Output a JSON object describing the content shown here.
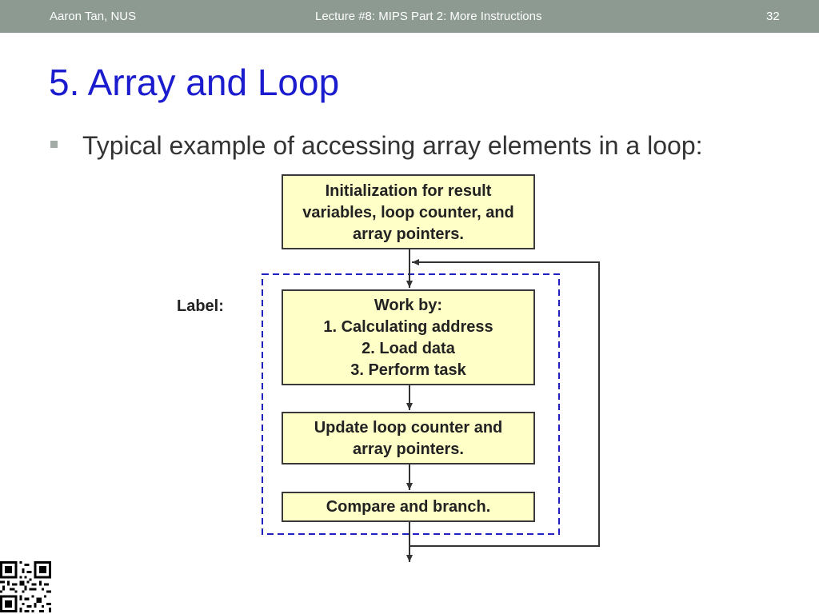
{
  "header": {
    "author": "Aaron Tan, NUS",
    "lecture": "Lecture #8: MIPS Part 2: More Instructions",
    "page": "32"
  },
  "slide": {
    "title": "5. Array and Loop",
    "bullet": "Typical example of accessing array elements in a loop:"
  },
  "diagram": {
    "label": "Label:",
    "init_lines": [
      "Initialization for result",
      "variables, loop counter, and",
      "array pointers."
    ],
    "work_lines": [
      "Work by:",
      "1.  Calculating address",
      "2.  Load data",
      "3.  Perform task"
    ],
    "update_lines": [
      "Update loop counter and",
      "array pointers."
    ],
    "compare_line": "Compare and branch."
  },
  "colors": {
    "header_bg": "#8c9a92",
    "title": "#1c1ccf",
    "box_fill": "#ffffc8",
    "dashed_border": "#2020c0"
  },
  "icons": {
    "bullet": "square-bullet-icon",
    "qr": "qr-code-icon"
  }
}
